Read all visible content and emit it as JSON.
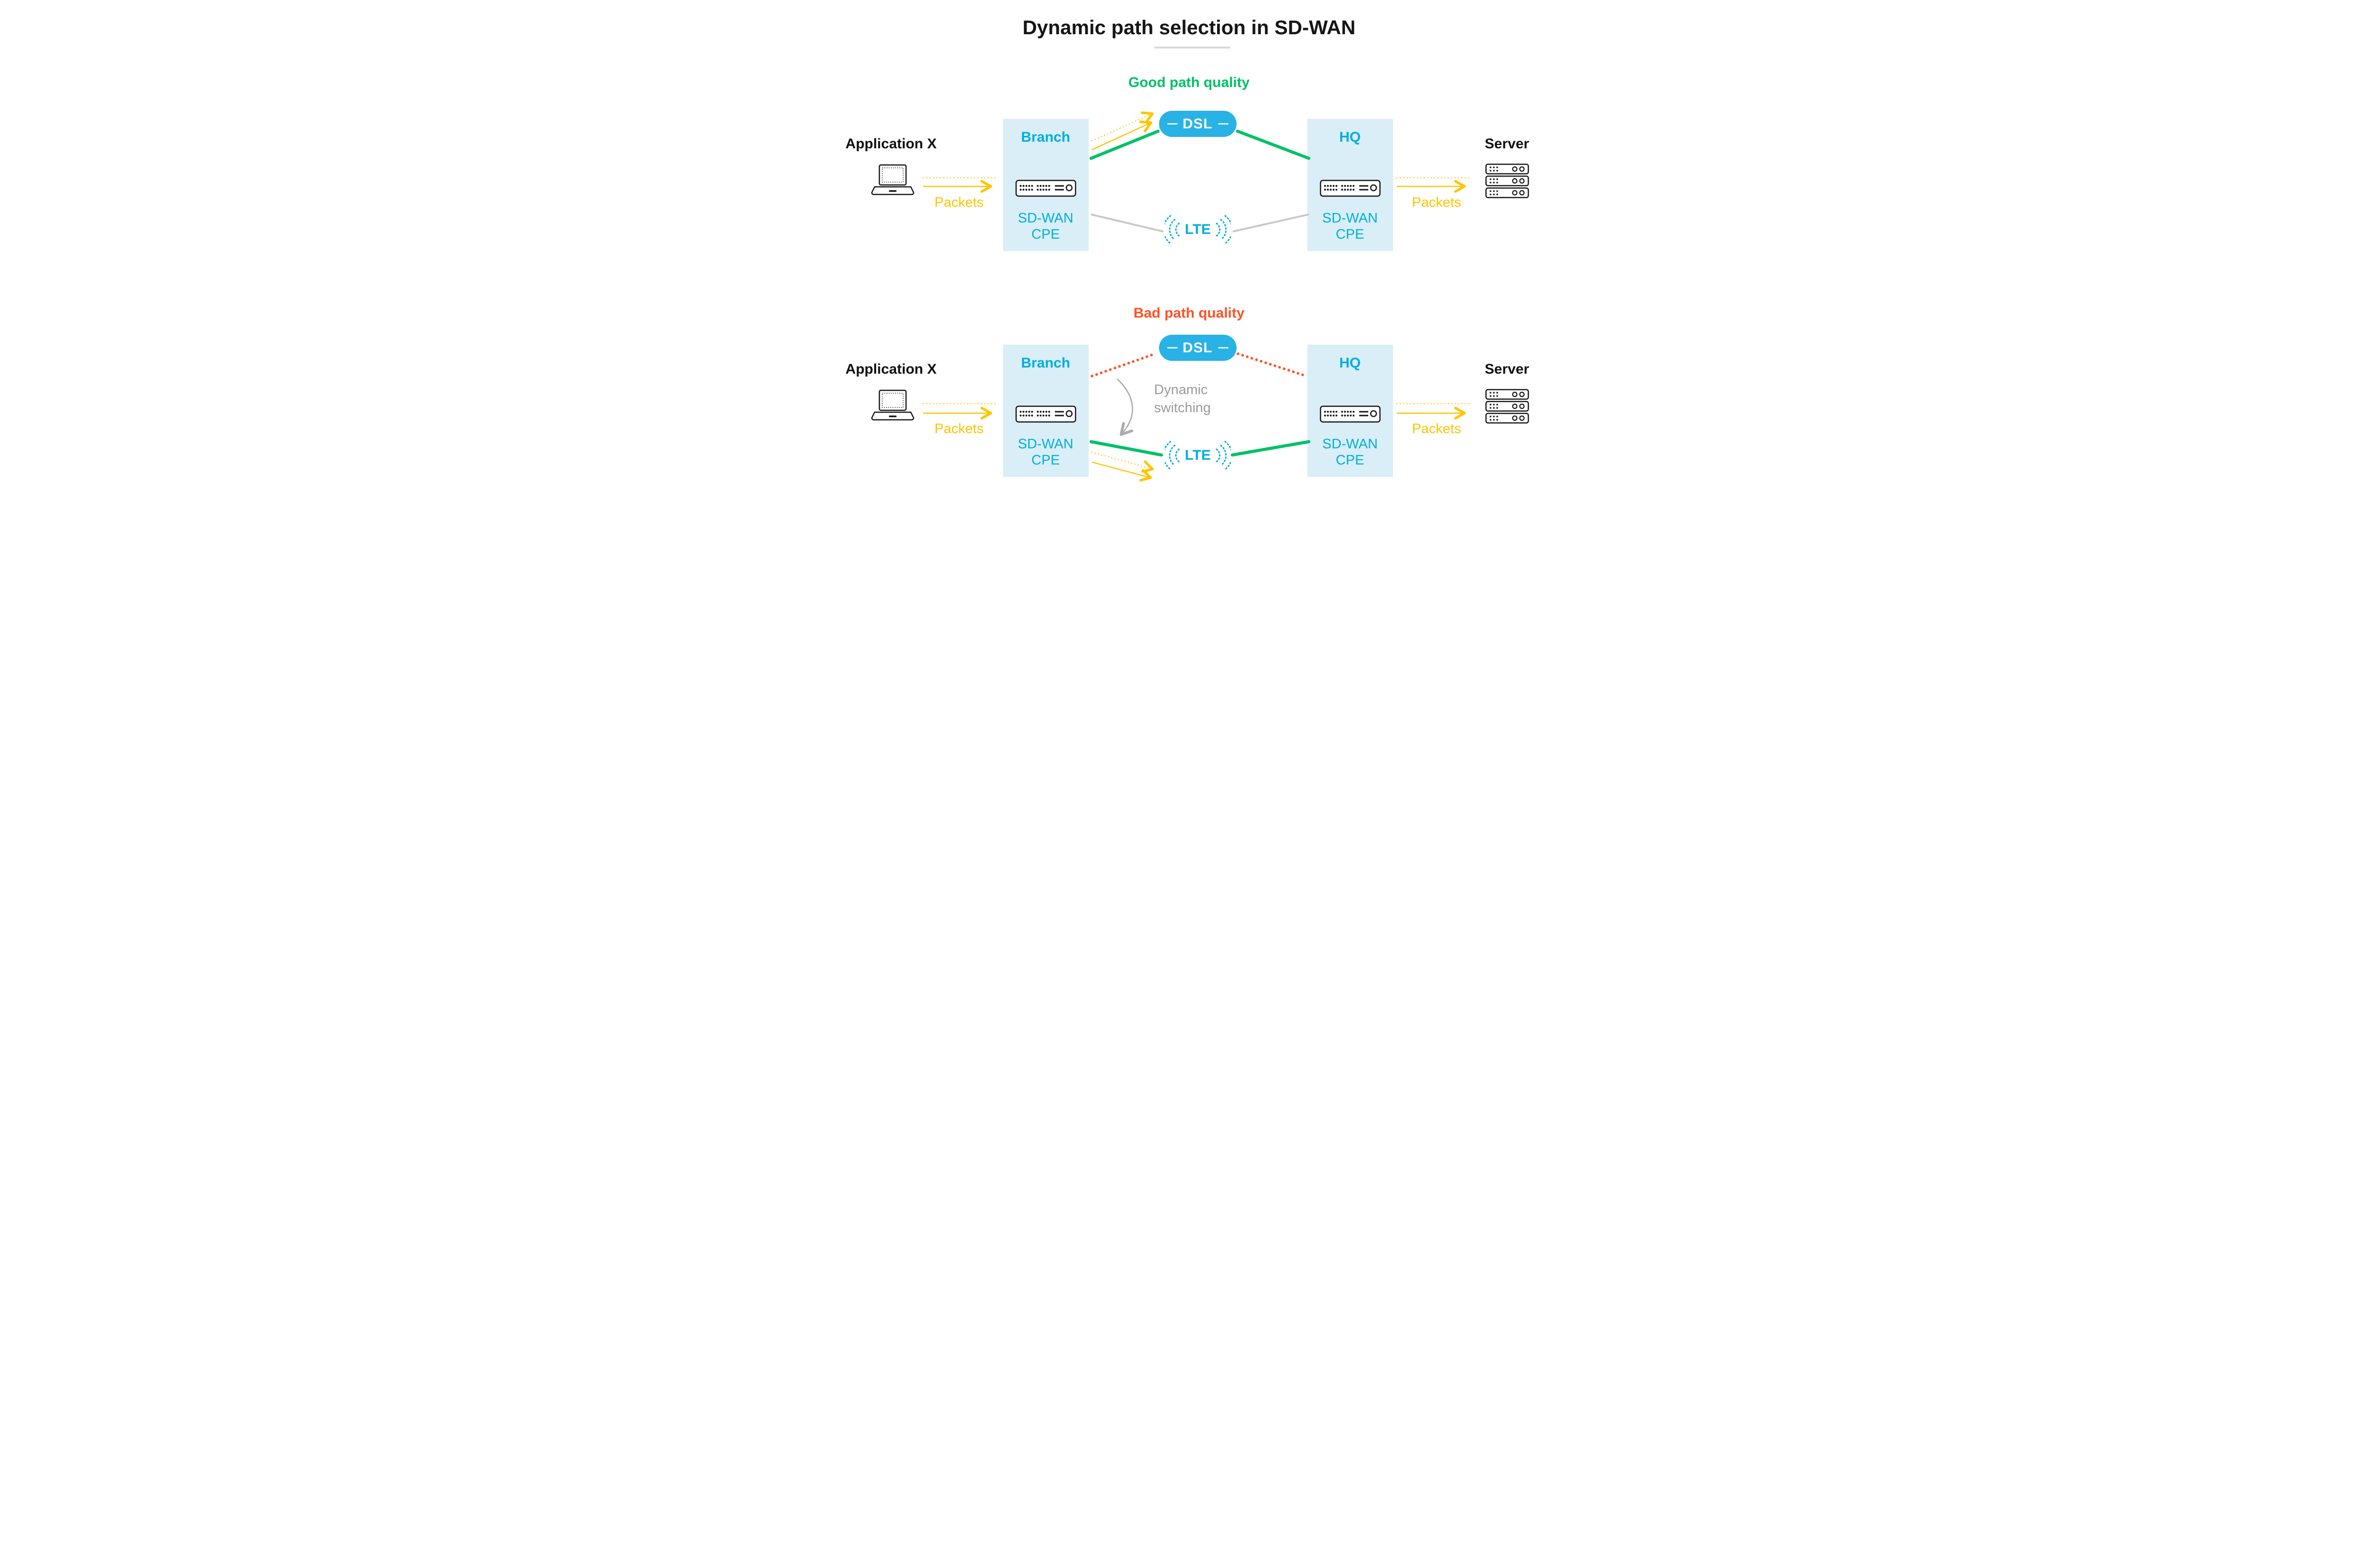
{
  "title": "Dynamic path selection in SD-WAN",
  "scenes": {
    "good": {
      "heading": "Good path quality",
      "application_label": "Application X",
      "packets_in_label": "Packets",
      "branch_label": "Branch",
      "branch_device_label": "SD-WAN CPE",
      "dsl_label": "DSL",
      "lte_label": "LTE",
      "hq_label": "HQ",
      "hq_device_label": "SD-WAN CPE",
      "packets_out_label": "Packets",
      "server_label": "Server"
    },
    "bad": {
      "heading": "Bad path quality",
      "application_label": "Application X",
      "packets_in_label": "Packets",
      "branch_label": "Branch",
      "branch_device_label": "SD-WAN CPE",
      "dsl_label": "DSL",
      "lte_label": "LTE",
      "hq_label": "HQ",
      "hq_device_label": "SD-WAN CPE",
      "packets_out_label": "Packets",
      "server_label": "Server",
      "switch_label": "Dynamic switching"
    }
  },
  "icons": {
    "application": "laptop-icon",
    "cpe": "router-icon",
    "server": "server-stack-icon",
    "lte": "radio-waves-icon"
  },
  "colors": {
    "cyan_text": "#00AEDC",
    "node_box_bg": "#D9EEF6",
    "dsl_pill_bg": "#29B2E5",
    "good_green": "#00C167",
    "bad_red": "#FF5226",
    "packet_yellow": "#FFC400",
    "idle_gray": "#C9C9C9",
    "switch_gray": "#9B9B9B",
    "title_ink": "#161616"
  }
}
